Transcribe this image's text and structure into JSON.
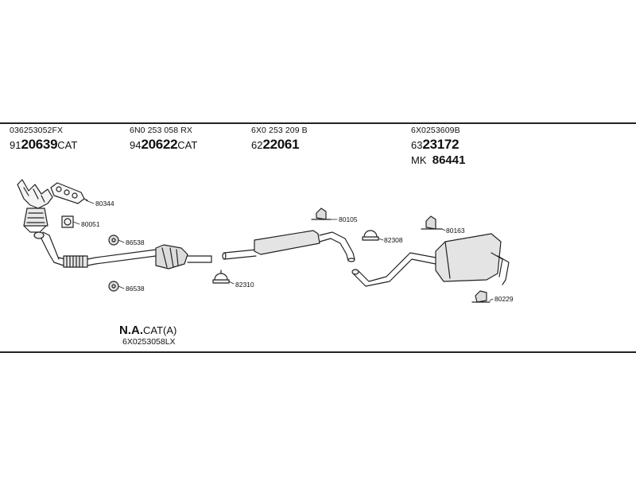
{
  "header": {
    "col1": {
      "code": "036253052FX",
      "prefix": "91",
      "number": "20639",
      "suffix": "CAT"
    },
    "col2": {
      "code": "6N0 253 058 RX",
      "prefix": "94",
      "number": "20622",
      "suffix": "CAT"
    },
    "col3": {
      "code": "6X0 253 209 B",
      "prefix": "62",
      "number": "22061",
      "suffix": ""
    },
    "col4": {
      "code": "6X0253609B",
      "prefix": "63",
      "number": "23172",
      "suffix": "",
      "mk_label": "MK",
      "mk_number": "86441"
    }
  },
  "callouts": {
    "c80344": "80344",
    "c80051": "80051",
    "c86538a": "86538",
    "c86538b": "86538",
    "c82310": "82310",
    "c80105": "80105",
    "c82308": "82308",
    "c80163": "80163",
    "c80229": "80229"
  },
  "footer": {
    "na_bold": "N.A.",
    "na_rest": "CAT(A)",
    "code": "6X0253058LX"
  }
}
